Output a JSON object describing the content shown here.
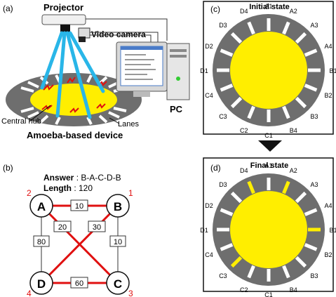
{
  "panel_a": {
    "label": "(a)",
    "projector": "Projector",
    "video_camera": "Video camera",
    "pc": "PC",
    "central_hub": "Central hub",
    "lanes": "Lanes",
    "device": "Amoeba-based device"
  },
  "panel_b": {
    "label": "(b)",
    "answer_key": "Answer",
    "answer_val": " : B-A-C-D-B",
    "length_key": "Length",
    "length_val": " : 120",
    "nodes": [
      {
        "name": "A",
        "order": "2"
      },
      {
        "name": "B",
        "order": "1"
      },
      {
        "name": "C",
        "order": "3"
      },
      {
        "name": "D",
        "order": "4"
      }
    ],
    "edges": [
      {
        "pair": "A-B",
        "weight": "10"
      },
      {
        "pair": "A-C",
        "weight": "20"
      },
      {
        "pair": "B-D",
        "weight": "30"
      },
      {
        "pair": "A-D",
        "weight": "80"
      },
      {
        "pair": "B-C",
        "weight": "10"
      },
      {
        "pair": "D-C",
        "weight": "60"
      }
    ]
  },
  "panel_c": {
    "label": "(c)",
    "title": "Initial state",
    "lanes": [
      "A1",
      "A2",
      "A3",
      "A4",
      "B1",
      "B2",
      "B3",
      "B4",
      "C1",
      "C2",
      "C3",
      "C4",
      "D1",
      "D2",
      "D3",
      "D4"
    ]
  },
  "panel_d": {
    "label": "(d)",
    "title": "Final state",
    "lanes": [
      "A1",
      "A2",
      "A3",
      "A4",
      "B1",
      "B2",
      "B3",
      "B4",
      "C1",
      "C2",
      "C3",
      "C4",
      "D1",
      "D2",
      "D3",
      "D4"
    ],
    "filled_lanes": [
      "A2",
      "B1",
      "C3",
      "D4"
    ]
  },
  "colors": {
    "amoeba": "#ffee00",
    "ring": "#6e6e6e",
    "lane": "#ffffff",
    "route": "#e01010",
    "beam": "#29b6e8"
  }
}
